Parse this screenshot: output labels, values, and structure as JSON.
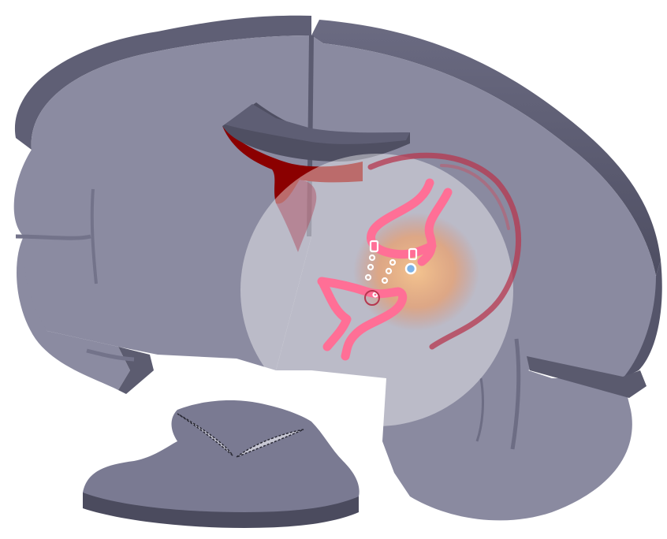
{
  "figure": {
    "labels": [],
    "colors": {
      "background": "#ffffff",
      "tissue_top": "#8a8aa0",
      "tissue_side": "#5e5e73",
      "tissue_dark": "#4b4b5e",
      "ventricle": "#8b0000",
      "vessel": "#ff6f96",
      "vessel_dark": "#b5374f",
      "hotspot": "#f3b07a",
      "electrode": "#ffffff",
      "electrode_blue": "#7db3e6",
      "magnifier": "#ffffff"
    },
    "icons": [
      "brain-slab",
      "ventricle",
      "magnifier-lens",
      "blood-vessel",
      "electrode-array",
      "tissue-plug"
    ]
  }
}
